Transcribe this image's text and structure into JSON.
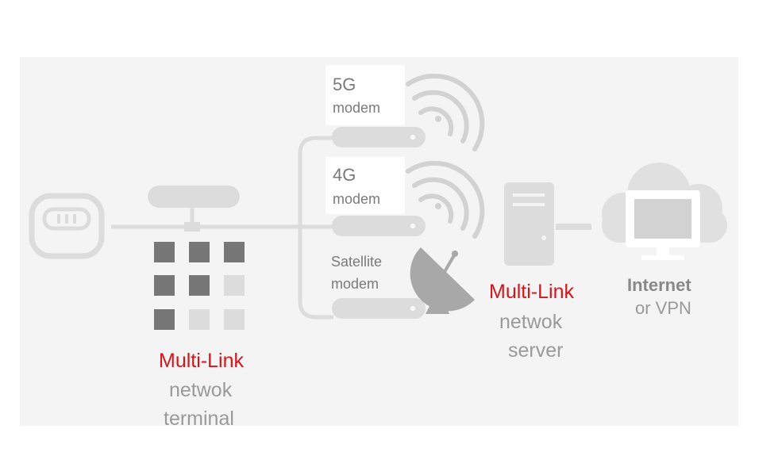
{
  "modems": [
    {
      "name": "5G",
      "type": "modem"
    },
    {
      "name": "4G",
      "type": "modem"
    },
    {
      "name": "Satellite",
      "type": "modem"
    }
  ],
  "terminal": {
    "title": "Multi-Link",
    "line2": "netwok",
    "line3": "terminal"
  },
  "server": {
    "title": "Multi-Link",
    "line2": "netwok",
    "line3": "server"
  },
  "internet": {
    "line1": "Internet",
    "line2": "or VPN"
  },
  "colors": {
    "accent": "#d7141a",
    "icon": "#dcdcdc",
    "dark_tile": "#777777",
    "background": "#f4f4f4",
    "text_gray": "#9a9a9a"
  },
  "icons": [
    "router-icon",
    "terminal-device-icon",
    "keypad-icon",
    "modem-icon",
    "wifi-signal-icon",
    "satellite-dish-icon",
    "server-icon",
    "cloud-monitor-icon"
  ]
}
